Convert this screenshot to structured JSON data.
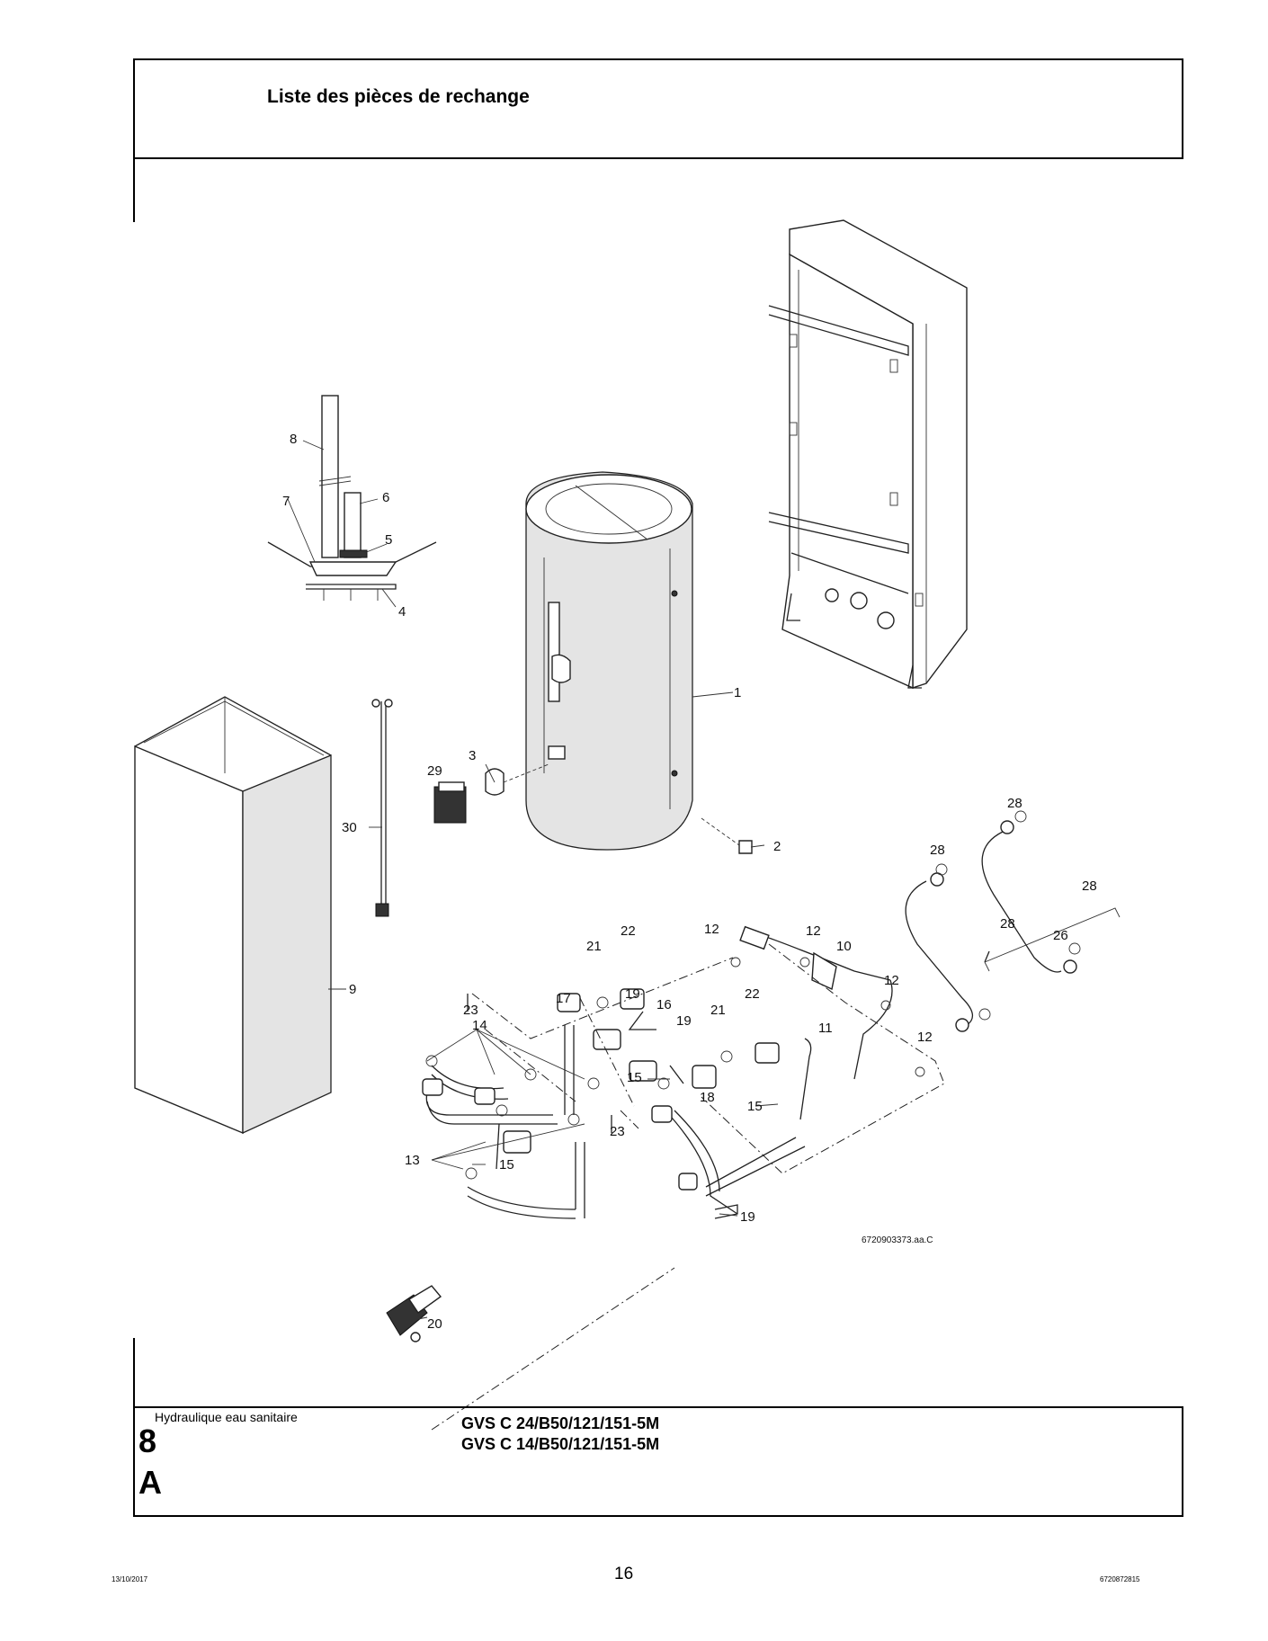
{
  "header": {
    "title": "Liste des pièces de rechange"
  },
  "footer": {
    "section_name": "Hydraulique eau sanitaire",
    "section_number": "8",
    "section_letter": "A",
    "model_line_1": "GVS C 24/B50/121/151-5M",
    "model_line_2": "GVS C 14/B50/121/151-5M"
  },
  "page": {
    "date": "13/10/2017",
    "number": "16",
    "doc_ref": "6720872815"
  },
  "diagram": {
    "drawing_ref": "6720903373.aa.C",
    "labels": {
      "p1": "1",
      "p2": "2",
      "p3": "3",
      "p4": "4",
      "p5": "5",
      "p6": "6",
      "p7": "7",
      "p8": "8",
      "p9": "9",
      "p10": "10",
      "p11": "11",
      "p12a": "12",
      "p12b": "12",
      "p12c": "12",
      "p12d": "12",
      "p13": "13",
      "p14": "14",
      "p15a": "15",
      "p15b": "15",
      "p15c": "15",
      "p16": "16",
      "p17": "17",
      "p18": "18",
      "p19a": "19",
      "p19b": "19",
      "p19c": "19",
      "p20": "20",
      "p21a": "21",
      "p21b": "21",
      "p22a": "22",
      "p22b": "22",
      "p23a": "23",
      "p23b": "23",
      "p26": "26",
      "p28a": "28",
      "p28b": "28",
      "p28c": "28",
      "p28d": "28",
      "p29": "29",
      "p30": "30"
    }
  }
}
